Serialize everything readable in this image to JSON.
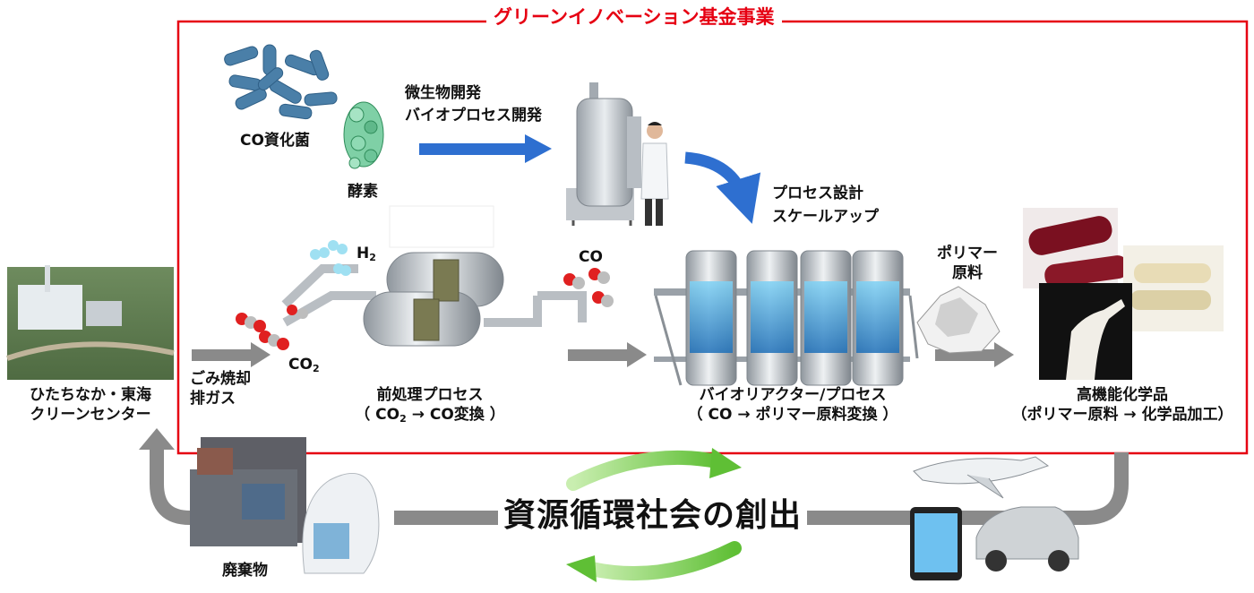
{
  "header": {
    "title": "グリーンイノベーション基金事業"
  },
  "labels": {
    "co_bacteria": "CO資化菌",
    "enzyme": "酵素",
    "microbe_dev": "微生物開発",
    "bioprocess_dev": "バイオプロセス開発",
    "process_design": "プロセス設計",
    "scale_up": "スケールアップ",
    "h2": "H",
    "h2_sub": "2",
    "co_gas": "CO",
    "co2_main": "CO",
    "co2_sub": "2",
    "polymer_feed_1": "ポリマー",
    "polymer_feed_2": "原料",
    "waste_gas_1": "ごみ焼却",
    "waste_gas_2": "排ガス",
    "plant_name_1": "ひたちなか・東海",
    "plant_name_2": "クリーンセンター",
    "pretreat_title": "前処理プロセス",
    "pretreat_conv_a": "（ CO",
    "pretreat_conv_sub": "2",
    "pretreat_conv_b": " → CO変換 ）",
    "bioreactor_title": "バイオリアクター/プロセス",
    "bioreactor_conv": "（ CO → ポリマー原料変換 ）",
    "chem_title": "高機能化学品",
    "chem_conv": "（ポリマー原料 → 化学品加工）",
    "circular_society": "資源循環社会の創出",
    "waste": "廃棄物"
  },
  "colors": {
    "frame_red": "#e60012",
    "arrow_blue": "#2e6fd0",
    "arrow_gray": "#8a8a8a",
    "arrow_green": "#7cc84a"
  }
}
